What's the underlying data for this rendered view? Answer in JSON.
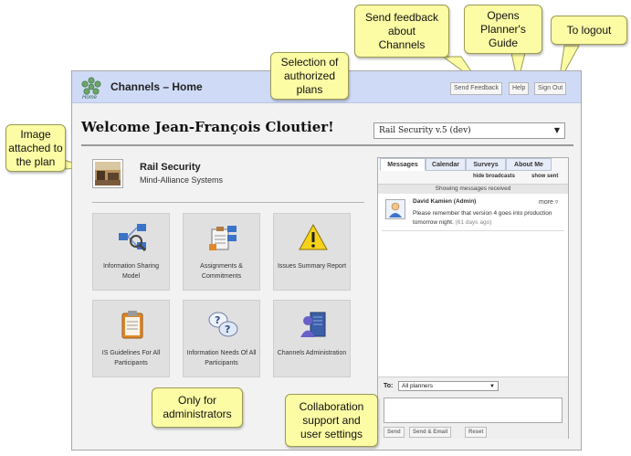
{
  "app": {
    "logo_caption": "Home",
    "title": "Channels – Home",
    "buttons": {
      "feedback": "Send Feedback",
      "help": "Help",
      "signout": "Sign Out"
    },
    "welcome": "Welcome Jean-François Cloutier!",
    "plan_selector": "Rail Security v.5 (dev)"
  },
  "plan": {
    "name": "Rail Security",
    "organization": "Mind-Alliance Systems"
  },
  "tiles": [
    {
      "icon": "information-sharing-icon",
      "label": "Information Sharing Model"
    },
    {
      "icon": "assignments-icon",
      "label": "Assignments & Commitments"
    },
    {
      "icon": "warning-icon",
      "label": "Issues Summary Report"
    },
    {
      "icon": "clipboard-icon",
      "label": "IS Guidelines For All Participants"
    },
    {
      "icon": "question-bubbles-icon",
      "label": "Information Needs Of All Participants"
    },
    {
      "icon": "channels-admin-icon",
      "label": "Channels Administration"
    }
  ],
  "messages_panel": {
    "tabs": [
      "Messages",
      "Calendar",
      "Surveys",
      "About Me"
    ],
    "hide_broadcasts": "hide broadcasts",
    "show_sent": "show sent",
    "status": "Showing messages received",
    "message": {
      "sender": "David Kamien (Admin)",
      "more": "more ▿",
      "body": "Please remember that version 4 goes into production tomorrow night.",
      "time": "(61 days ago)"
    },
    "compose": {
      "to_label": "To:",
      "to_value": "All planners",
      "send": "Send",
      "send_email": "Send & Email",
      "reset": "Reset"
    }
  },
  "callouts": {
    "image": "Image\nattached to\nthe plan",
    "selection": "Selection of\nauthorized\nplans",
    "feedback": "Send feedback\nabout\nChannels",
    "guide": "Opens\nPlanner's\nGuide",
    "logout": "To logout",
    "admins": "Only for\nadministrators",
    "collab": "Collaboration\nsupport and\nuser settings"
  },
  "colors": {
    "topbar": "#cfdbf6",
    "callout": "#fcfca5",
    "accent": "#3b73c8"
  }
}
